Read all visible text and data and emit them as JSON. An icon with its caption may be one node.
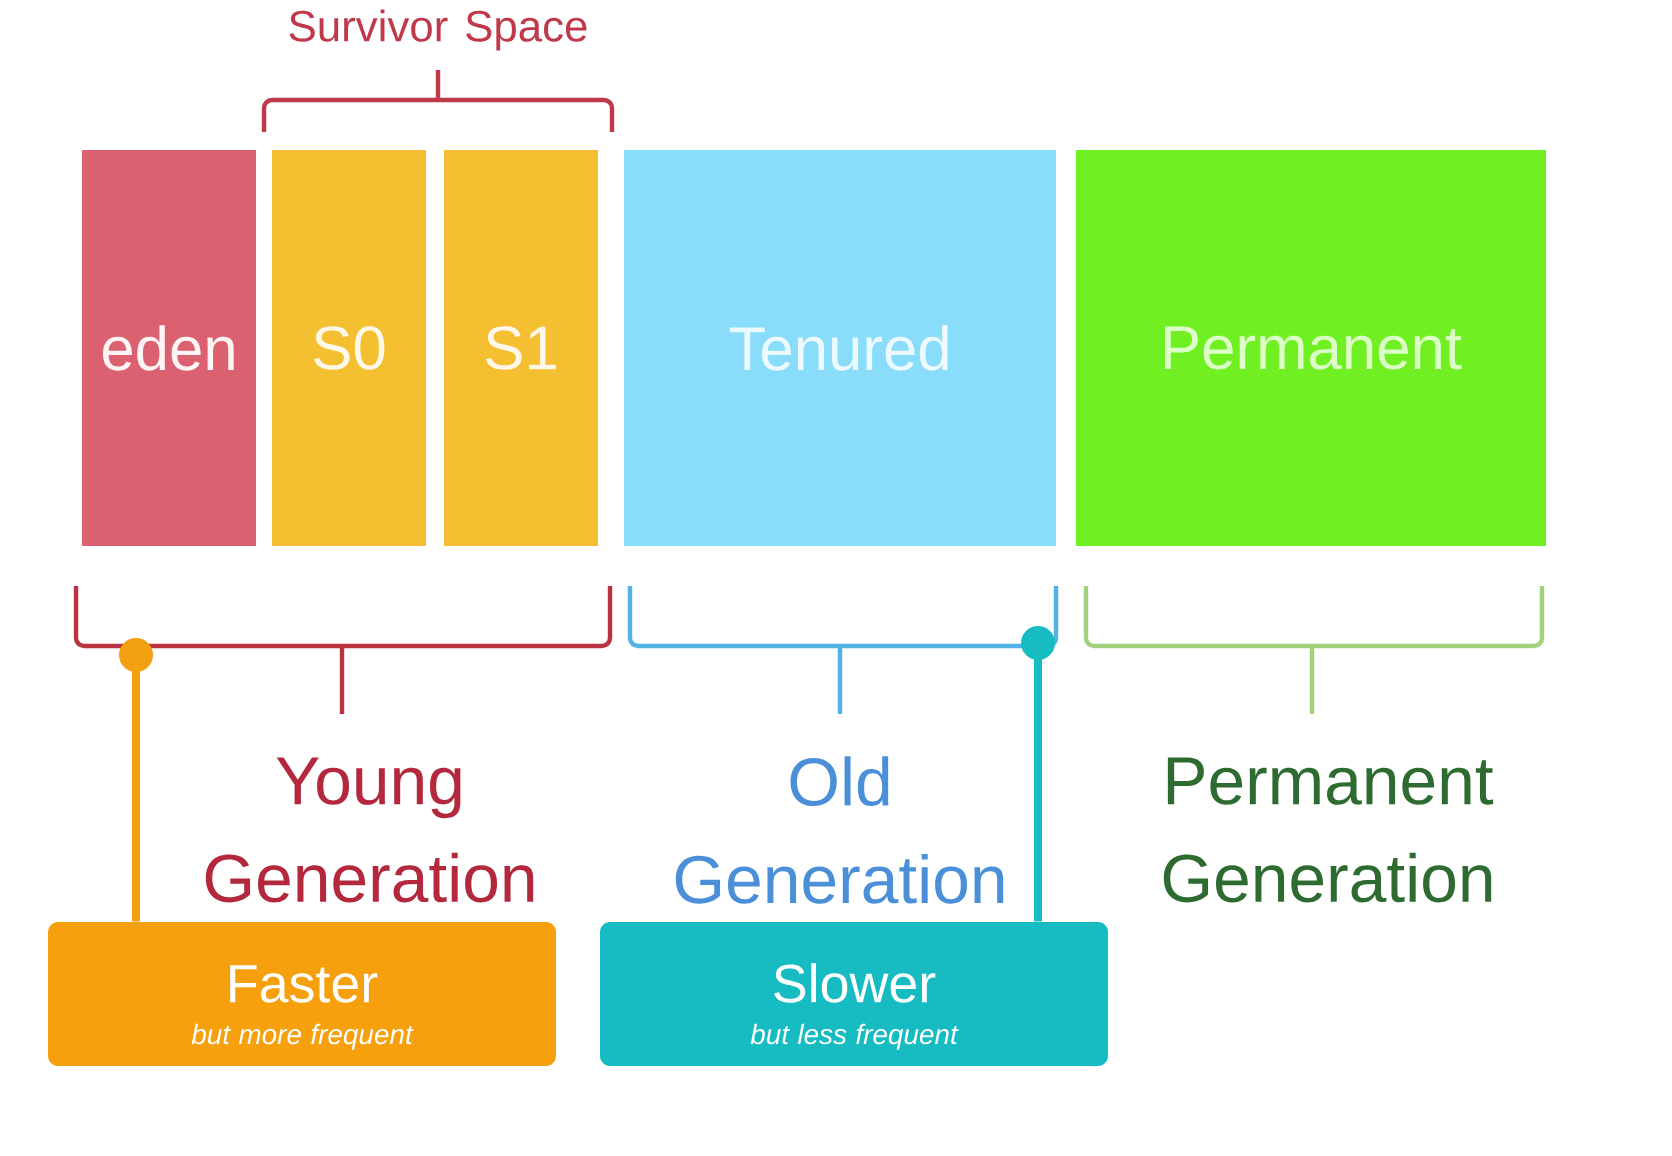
{
  "diagram": {
    "nodes": [
      {
        "text": [
          "eden"
        ]
      },
      {
        "text": [
          "S0"
        ]
      },
      {
        "text": [
          "S1"
        ]
      },
      {
        "text": [
          "Tenured"
        ]
      },
      {
        "text": [
          "Permanent"
        ]
      },
      {
        "text": [
          "Faster",
          "but more frequent"
        ]
      },
      {
        "text": [
          "Slower",
          "but less frequent"
        ]
      }
    ],
    "edges": [
      {
        "from": 5,
        "to": null,
        "arrow": "other",
        "color": "#f29f10"
      },
      {
        "from": 6,
        "to": null,
        "arrow": "other",
        "color": "#17bcc3"
      }
    ],
    "labels": [
      "Survivor Space",
      "Young Generation",
      "Old Generation",
      "Permanent Generation"
    ]
  }
}
